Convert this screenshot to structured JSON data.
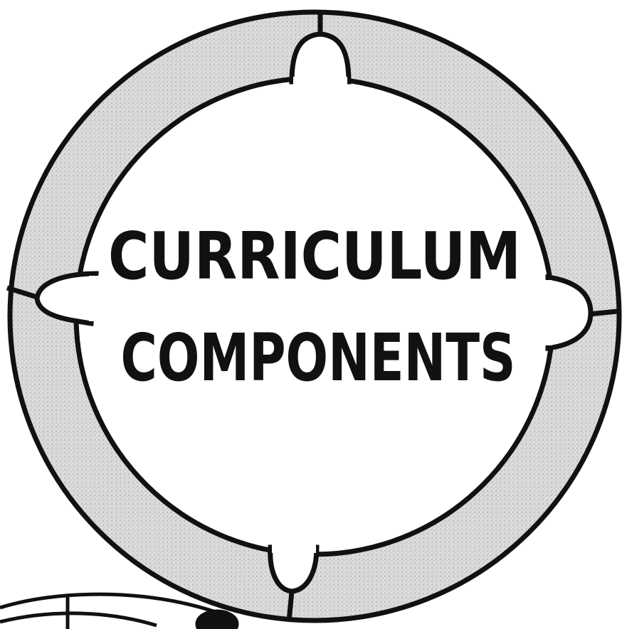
{
  "title": {
    "line1": "CURRICULUM",
    "line2": "COMPONENTS"
  },
  "colors": {
    "ink": "#111111",
    "ring_fill": "#d6d6d6",
    "center_fill": "#ffffff",
    "background": "#ffffff"
  },
  "diagram": {
    "shape": "circular-ring",
    "ring_segments": 4,
    "connector_lobes": [
      "top",
      "right",
      "bottom",
      "left"
    ]
  }
}
